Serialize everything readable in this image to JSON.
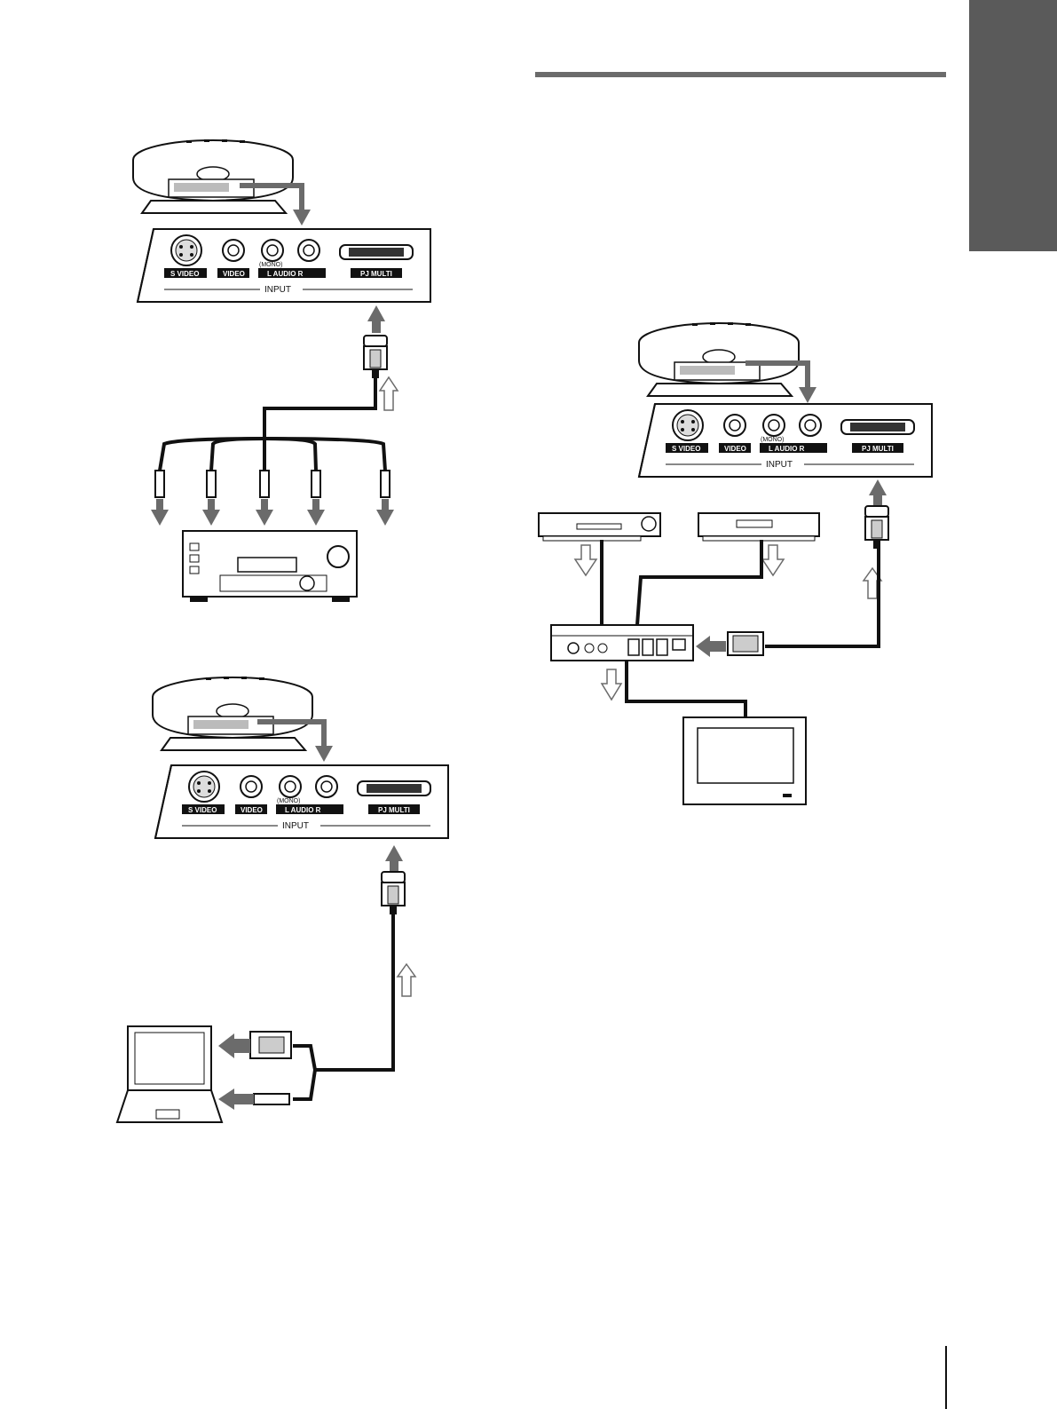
{
  "panel_labels": {
    "s_video": "S VIDEO",
    "video": "VIDEO",
    "mono": "(MONO)",
    "audio": "L  AUDIO  R",
    "pj_multi": "PJ MULTI",
    "input": "INPUT"
  },
  "colors": {
    "line": "#111111",
    "arrow": "#6b6b6b",
    "section_bar": "#6b6b6b",
    "side_tab": "#5a5a5a"
  },
  "icons": [
    "projector-icon",
    "av-amplifier-icon",
    "laptop-icon",
    "vcr-icon",
    "dvd-player-icon",
    "switcher-icon",
    "monitor-icon",
    "vga-connector-icon",
    "multi-connector-icon"
  ]
}
